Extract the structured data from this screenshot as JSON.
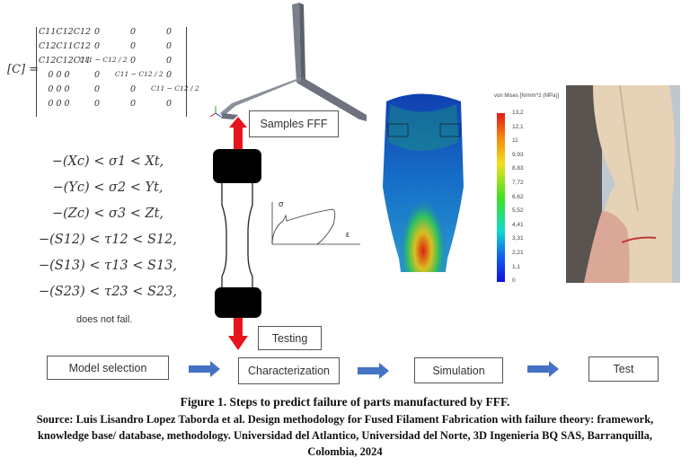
{
  "matrix": {
    "lhs": "[C] =",
    "rows": [
      [
        "C11C12C12",
        "0",
        "0",
        "0"
      ],
      [
        "C12C11C12",
        "0",
        "0",
        "0"
      ],
      [
        "C12C12C11",
        "C11 − C12 / 2",
        "0",
        "0"
      ],
      [
        "0 0 0",
        "0",
        "C11 − C12 / 2",
        "0"
      ],
      [
        "0 0 0",
        "0",
        "0",
        "C11 − C12 / 2"
      ],
      [
        "0 0 0",
        "0",
        "0",
        "0"
      ]
    ]
  },
  "criteria": [
    "−(Xc) < σ1 < Xt,",
    "−(Yc) < σ2 < Yt,",
    "−(Zc) < σ3 < Zt,",
    "−(S12) < τ12 < S12,",
    "−(S13) < τ13 < S13,",
    "−(S23) < τ23 < S23,"
  ],
  "criteria_conclusion": "does not fail.",
  "samples_label": "Samples FFF",
  "testing_label": "Testing",
  "stress_strain": {
    "y_axis": "σ",
    "x_axis": "ε"
  },
  "colorbar": {
    "title": "von Mises [N/mm^2 (MPa)]",
    "ticks": [
      "13,2",
      "12,1",
      "11",
      "9,93",
      "8,83",
      "7,72",
      "6,62",
      "5,52",
      "4,41",
      "3,31",
      "2,21",
      "1,1",
      "0"
    ]
  },
  "flow": {
    "steps": [
      "Model selection",
      "Characterization",
      "Simulation",
      "Test"
    ]
  },
  "caption": {
    "title": "Figure 1. Steps to predict failure of parts manufactured by FFF.",
    "source_lines": [
      "Source: Luis Lisandro Lopez Taborda et al. Design methodology for Fused Filament Fabrication with failure theory: framework,",
      "knowledge base/ database, methodology. Universidad del Atlantico, Universidad del Norte, 3D Ingenieria BQ SAS, Barranquilla,",
      "Colombia, 2024"
    ]
  },
  "colors": {
    "arrow_red": "#e8141b",
    "flow_arrow": "#4472c4"
  }
}
